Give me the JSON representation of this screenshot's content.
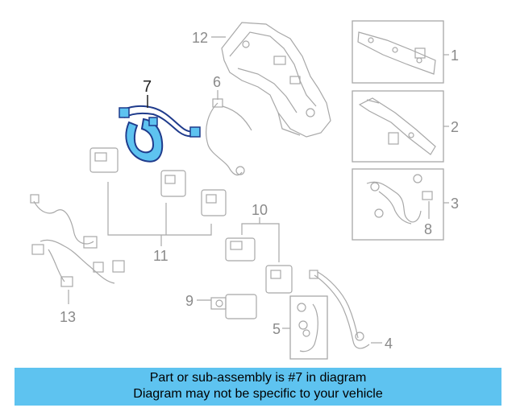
{
  "diagram": {
    "callouts": {
      "c1": "1",
      "c2": "2",
      "c3": "3",
      "c4": "4",
      "c5": "5",
      "c6": "6",
      "c7": "7",
      "c8": "8",
      "c9": "9",
      "c10": "10",
      "c11": "11",
      "c12": "12",
      "c13": "13"
    },
    "highlighted_part": "7",
    "colors": {
      "highlight_fill": "#5ec3f0",
      "highlight_stroke": "#1f3b8c",
      "line_art": "#a8a8a8"
    }
  },
  "banner": {
    "line1": "Part or sub-assembly is #7 in diagram",
    "line2": "Diagram may not be specific to your vehicle",
    "color": "#5ec3f0"
  }
}
